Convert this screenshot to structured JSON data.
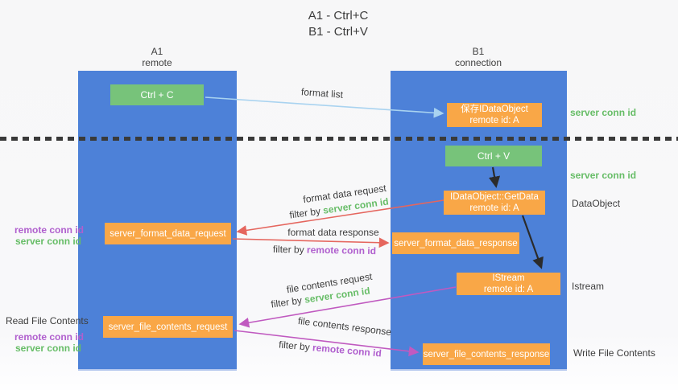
{
  "title": {
    "line1": "A1 - Ctrl+C",
    "line2": "B1 - Ctrl+V"
  },
  "lanes": {
    "a1": {
      "name": "A1",
      "role": "remote"
    },
    "b1": {
      "name": "B1",
      "role": "connection"
    }
  },
  "nodes": {
    "ctrl_c": {
      "label": "Ctrl + C"
    },
    "save_idataobject": {
      "line1": "保存IDataObject",
      "line2": "remote id: A"
    },
    "ctrl_v": {
      "label": "Ctrl + V"
    },
    "getdata": {
      "line1": "IDataObject::GetData",
      "line2": "remote id: A"
    },
    "server_format_data_request": {
      "label": "server_format_data_request"
    },
    "server_format_data_response": {
      "label": "server_format_data_response"
    },
    "istream": {
      "line1": "IStream",
      "line2": "remote id: A"
    },
    "server_file_contents_request": {
      "label": "server_file_contents_request"
    },
    "server_file_contents_response": {
      "label": "server_file_contents_response"
    }
  },
  "edges": {
    "format_list": {
      "label": "format list"
    },
    "format_data_request": {
      "label": "format data request",
      "filter_prefix": "filter by ",
      "filter_key": "server conn id"
    },
    "format_data_response": {
      "label": "format data response",
      "filter_prefix": "filter by ",
      "filter_key": "remote conn id"
    },
    "file_contents_request": {
      "label": "file contents request",
      "filter_prefix": "filter by ",
      "filter_key": "server conn id"
    },
    "file_contents_response": {
      "label": "file contents response",
      "filter_prefix": "filter by ",
      "filter_key": "remote conn id"
    }
  },
  "side_labels": {
    "right_server_conn_id_1": "server conn id",
    "right_server_conn_id_2": "server conn id",
    "dataobject": "DataObject",
    "istream": "Istream",
    "write_file_contents": "Write File Contents",
    "read_file_contents": "Read File Contents",
    "left_remote_conn_id_1": "remote conn id",
    "left_server_conn_id_1": "server conn id",
    "left_remote_conn_id_2": "remote conn id",
    "left_server_conn_id_2": "server conn id"
  },
  "colors": {
    "lane_blue": "#4d81d8",
    "box_orange": "#f9a747",
    "box_green": "#77c37a",
    "arrow_light_blue": "#a9d3f0",
    "arrow_red": "#e5665e",
    "arrow_magenta": "#c05ac0",
    "arrow_black": "#2b2b2b",
    "text_green": "#67bd67",
    "text_purple": "#b05fce",
    "text_dark": "#3e3e3e",
    "separator_dark": "#3a3a3a"
  }
}
